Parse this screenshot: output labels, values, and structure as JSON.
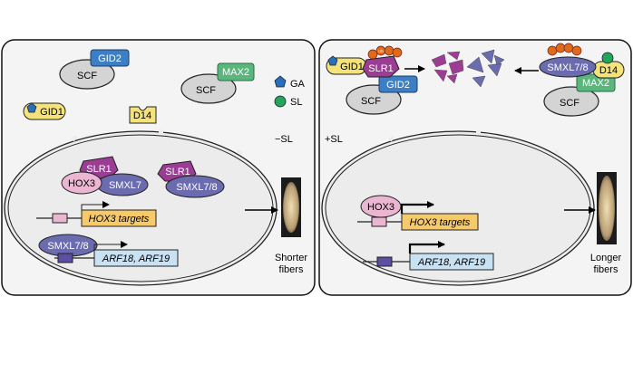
{
  "left_panel": {
    "gid2": "GID2",
    "scf_top": "SCF",
    "max2": "MAX2",
    "scf_right": "SCF",
    "gid1": "GID1",
    "d14": "D14",
    "condition": "−SL",
    "slr1_complex": "SLR1",
    "hox3_complex": "HOX3",
    "smxl7_complex": "SMXL7",
    "slr1_free": "SLR1",
    "smxl78_free": "SMXL7/8",
    "hox3_targets": "HOX3 targets",
    "smxl78_repressor": "SMXL7/8",
    "arf_genes": "ARF18, ARF19",
    "fiber_line1": "Shorter",
    "fiber_line2": "fibers"
  },
  "legend": {
    "ga": "GA",
    "sl": "SL",
    "ga_color": "#2a6fbb",
    "sl_color": "#25a55a"
  },
  "right_panel": {
    "condition": "+SL",
    "gid1": "GID1",
    "slr1": "SLR1",
    "gid2": "GID2",
    "scf_left": "SCF",
    "smxl78": "SMXL7/8",
    "d14": "D14",
    "max2": "MAX2",
    "scf_right": "SCF",
    "ub": "Ub",
    "hox3": "HOX3",
    "hox3_targets": "HOX3 targets",
    "arf_genes": "ARF18, ARF19",
    "fiber_line1": "Longer",
    "fiber_line2": "fibers"
  },
  "colors": {
    "scf": "#d4d4d4",
    "gid2": "#3d7fc4",
    "max2": "#5ab67c",
    "gid1": "#f4e27a",
    "d14": "#f4e27a",
    "slr1": "#9b3c95",
    "smxl": "#6b6cb0",
    "hox3": "#eab6d2",
    "gene_box": "#f6c96a",
    "arf_box": "#c9e2f3",
    "ub": "#e06a1a",
    "nucleus": "#ececec",
    "cell": "#f4f4f4"
  }
}
